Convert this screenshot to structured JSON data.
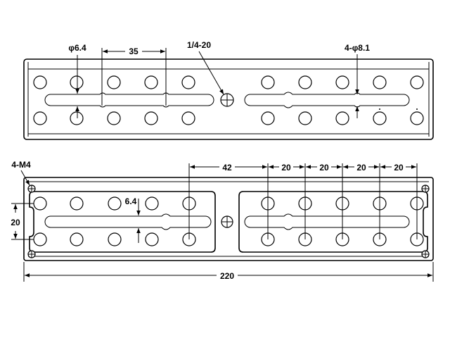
{
  "top_view": {
    "hole_diameter_label": "φ6.4",
    "pitch_label": "35",
    "center_thread_label": "1/4-20",
    "large_hole_label": "4-φ8.1"
  },
  "bottom_view": {
    "corner_screw_label": "4-M4",
    "slot_width_label": "6.4",
    "row_spacing_label": "20",
    "offset_label": "42",
    "spacing_labels": [
      "20",
      "20",
      "20",
      "20"
    ],
    "overall_length_label": "220"
  }
}
